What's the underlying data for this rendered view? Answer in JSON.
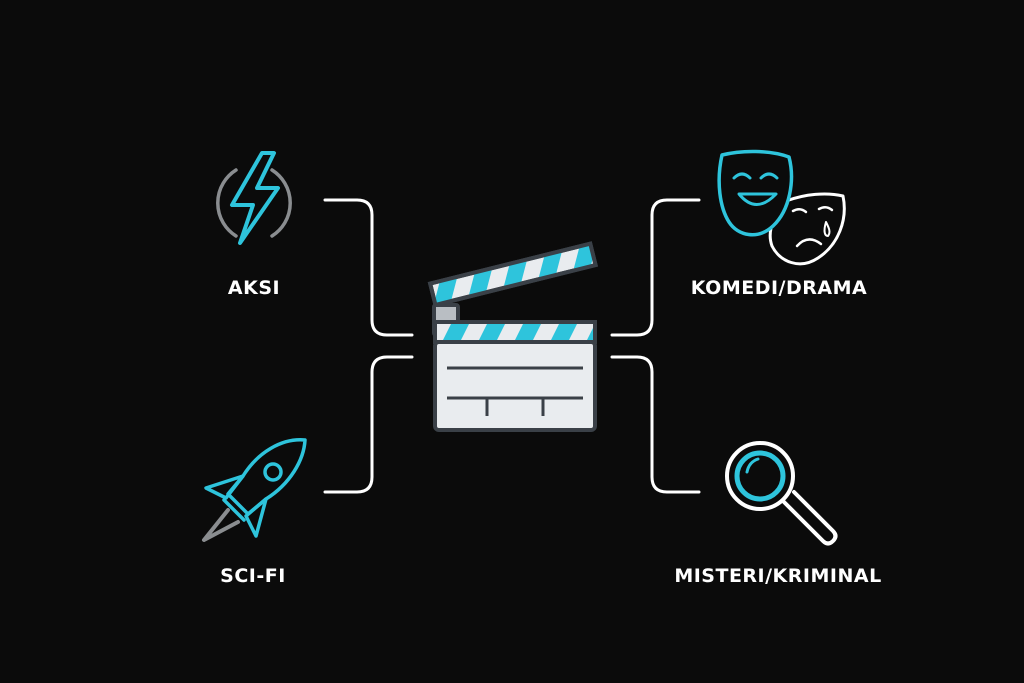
{
  "categories": [
    {
      "id": "aksi",
      "label": "AKSI",
      "icon": "lightning-bolt-icon"
    },
    {
      "id": "scifi",
      "label": "SCI-FI",
      "icon": "rocket-icon"
    },
    {
      "id": "komedi",
      "label": "KOMEDI/DRAMA",
      "icon": "theater-masks-icon"
    },
    {
      "id": "misteri",
      "label": "MISTERI/KRIMINAL",
      "icon": "magnifying-glass-icon"
    }
  ],
  "center": {
    "icon": "clapperboard-icon"
  },
  "colors": {
    "background": "#0b0b0b",
    "accent": "#2ec4dc",
    "line": "#ffffff",
    "gray": "#8a8d90",
    "board_fill": "#e9ecef",
    "board_outline": "#3a4047"
  }
}
